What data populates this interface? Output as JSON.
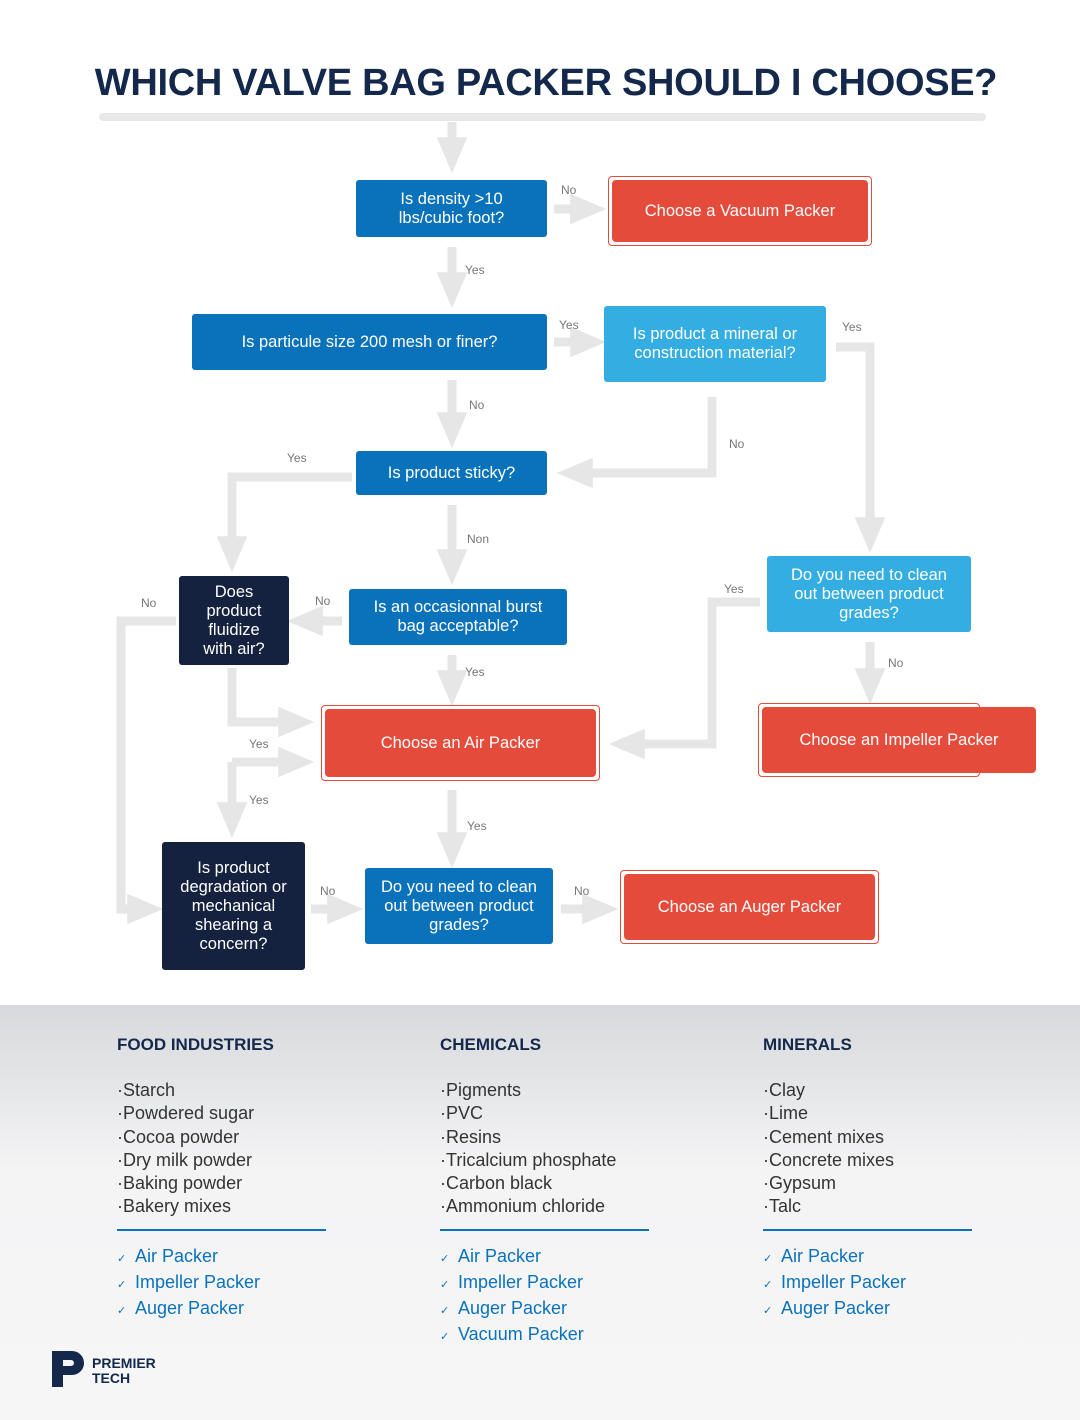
{
  "title": "WHICH VALVE BAG PACKER SHOULD I CHOOSE?",
  "questions": {
    "density": "Is density >10 lbs/cubic foot?",
    "particle": "Is particule size 200 mesh or finer?",
    "mineral": "Is product a mineral or construction material?",
    "sticky": "Is product sticky?",
    "burst": "Is an occasionnal burst bag acceptable?",
    "fluidize": "Does product fluidize with air?",
    "clean_right": "Do you need to clean out between product grades?",
    "degradation": "Is product degradation or mechanical shearing a concern?",
    "clean_bottom": "Do you need to clean out between product grades?"
  },
  "results": {
    "vacuum": "Choose a Vacuum Packer",
    "air": "Choose an Air Packer",
    "impeller": "Choose an Impeller Packer",
    "auger": "Choose an Auger Packer"
  },
  "edge_labels": {
    "density_no": "No",
    "density_yes": "Yes",
    "particle_yes": "Yes",
    "particle_no": "No",
    "mineral_yes": "Yes",
    "mineral_no": "No",
    "sticky_yes": "Yes",
    "sticky_no": "Non",
    "burst_no": "No",
    "burst_yes": "Yes",
    "fluidize_no": "No",
    "fluidize_yes": "Yes",
    "fluidize_yes2": "Yes",
    "clean_right_yes": "Yes",
    "clean_right_no": "No",
    "air_yes": "Yes",
    "degradation_no": "No",
    "clean_bottom_no": "No"
  },
  "footer": {
    "columns": [
      {
        "heading": "FOOD INDUSTRIES",
        "items": [
          "Starch",
          "Powdered sugar",
          "Cocoa powder",
          "Dry milk powder",
          "Baking powder",
          "Bakery mixes"
        ],
        "packers": [
          "Air Packer",
          "Impeller Packer",
          "Auger Packer"
        ]
      },
      {
        "heading": "CHEMICALS",
        "items": [
          "Pigments",
          "PVC",
          "Resins",
          "Tricalcium phosphate",
          "Carbon black",
          "Ammonium chloride"
        ],
        "packers": [
          "Air Packer",
          "Impeller Packer",
          "Auger Packer",
          "Vacuum Packer"
        ]
      },
      {
        "heading": "MINERALS",
        "items": [
          "Clay",
          "Lime",
          "Cement mixes",
          "Concrete mixes",
          "Gypsum",
          "Talc"
        ],
        "packers": [
          "Air Packer",
          "Impeller Packer",
          "Auger Packer"
        ]
      }
    ]
  },
  "logo": {
    "line1": "PREMIER",
    "line2": "TECH"
  },
  "colors": {
    "navy": "#13284b",
    "blue": "#0a72bb",
    "light_blue": "#34ade2",
    "dark_navy": "#14223f",
    "result_red": "#e54b3b",
    "arrow_gray": "#e6e6e6"
  },
  "icons": {
    "packer_check": "checkmark-icon",
    "logo": "premier-tech-logo-icon"
  }
}
